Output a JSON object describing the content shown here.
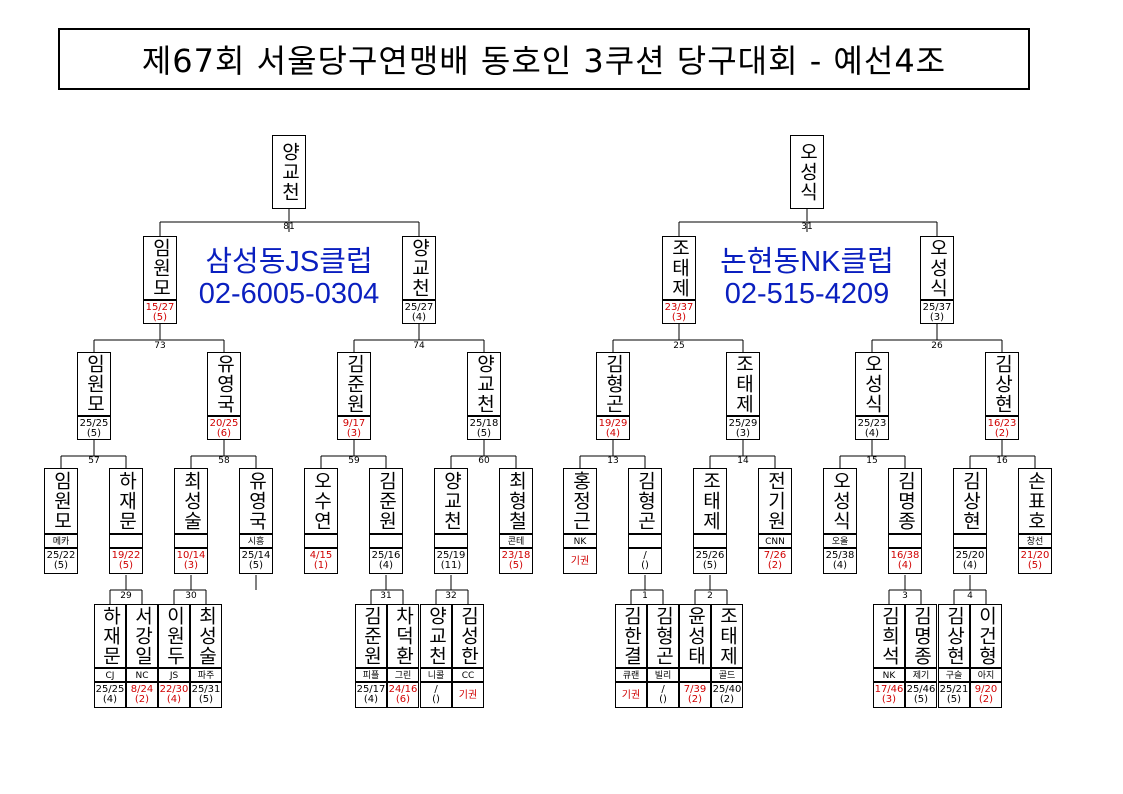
{
  "title": "제67회 서울당구연맹배 동호인 3쿠션 당구대회 - 예선4조",
  "banners": [
    {
      "club": "삼성동JS클럽",
      "phone": "02-6005-0304"
    },
    {
      "club": "논현동NK클럽",
      "phone": "02-515-4209"
    }
  ],
  "winners": [
    {
      "name": "양교천",
      "match": "81"
    },
    {
      "name": "오성식",
      "match": "31"
    }
  ],
  "semifinals": [
    {
      "name": "임원모",
      "score": "15/27",
      "inn": "(5)",
      "red": true
    },
    {
      "name": "양교천",
      "score": "25/27",
      "inn": "(4)",
      "red": false
    },
    {
      "name": "조태제",
      "score": "23/37",
      "inn": "(3)",
      "red": true
    },
    {
      "name": "오성식",
      "score": "25/37",
      "inn": "(3)",
      "red": false
    }
  ],
  "semi_matches": [
    "73",
    "74",
    "25",
    "26"
  ],
  "quarters": [
    {
      "name": "임원모",
      "score": "25/25",
      "inn": "(5)",
      "red": false
    },
    {
      "name": "유영국",
      "score": "20/25",
      "inn": "(6)",
      "red": true
    },
    {
      "name": "김준원",
      "score": "9/17",
      "inn": "(3)",
      "red": true
    },
    {
      "name": "양교천",
      "score": "25/18",
      "inn": "(5)",
      "red": false
    },
    {
      "name": "김형곤",
      "score": "19/29",
      "inn": "(4)",
      "red": true
    },
    {
      "name": "조태제",
      "score": "25/29",
      "inn": "(3)",
      "red": false
    },
    {
      "name": "오성식",
      "score": "25/23",
      "inn": "(4)",
      "red": false
    },
    {
      "name": "김상현",
      "score": "16/23",
      "inn": "(2)",
      "red": true
    }
  ],
  "quarter_matches": [
    "57",
    "58",
    "59",
    "60",
    "13",
    "14",
    "15",
    "16"
  ],
  "round16": [
    {
      "name": "임원모",
      "club": "메카",
      "score": "25/22",
      "inn": "(5)",
      "red": false
    },
    {
      "name": "하재문",
      "club": "",
      "score": "19/22",
      "inn": "(5)",
      "red": true
    },
    {
      "name": "최성술",
      "club": "",
      "score": "10/14",
      "inn": "(3)",
      "red": true
    },
    {
      "name": "유영국",
      "club": "시흥",
      "score": "25/14",
      "inn": "(5)",
      "red": false
    },
    {
      "name": "오수연",
      "club": "",
      "score": "4/15",
      "inn": "(1)",
      "red": true
    },
    {
      "name": "김준원",
      "club": "",
      "score": "25/16",
      "inn": "(4)",
      "red": false
    },
    {
      "name": "양교천",
      "club": "",
      "score": "25/19",
      "inn": "(11)",
      "red": false
    },
    {
      "name": "최형철",
      "club": "콘테",
      "score": "23/18",
      "inn": "(5)",
      "red": true
    },
    {
      "name": "홍정근",
      "club": "NK",
      "score": "기권",
      "inn": "",
      "red": true
    },
    {
      "name": "김형곤",
      "club": "",
      "score": "/",
      "inn": "()",
      "red": false
    },
    {
      "name": "조태제",
      "club": "",
      "score": "25/26",
      "inn": "(5)",
      "red": false
    },
    {
      "name": "전기원",
      "club": "CNN",
      "score": "7/26",
      "inn": "(2)",
      "red": true
    },
    {
      "name": "오성식",
      "club": "오올",
      "score": "25/38",
      "inn": "(4)",
      "red": false
    },
    {
      "name": "김명종",
      "club": "",
      "score": "16/38",
      "inn": "(4)",
      "red": true
    },
    {
      "name": "김상현",
      "club": "",
      "score": "25/20",
      "inn": "(4)",
      "red": false
    },
    {
      "name": "손표호",
      "club": "창선",
      "score": "21/20",
      "inn": "(5)",
      "red": true
    }
  ],
  "r16_matches": [
    "29",
    "30",
    "31",
    "32",
    "1",
    "2",
    "3",
    "4"
  ],
  "prelims": [
    {
      "name": "하재문",
      "club": "CJ",
      "score": "25/25",
      "inn": "(4)",
      "red": false
    },
    {
      "name": "서강일",
      "club": "NC",
      "score": "8/24",
      "inn": "(2)",
      "red": true
    },
    {
      "name": "이원두",
      "club": "JS",
      "score": "22/30",
      "inn": "(4)",
      "red": true
    },
    {
      "name": "최성술",
      "club": "파주",
      "score": "25/31",
      "inn": "(5)",
      "red": false
    },
    {
      "name": "김준원",
      "club": "피플",
      "score": "25/17",
      "inn": "(4)",
      "red": false
    },
    {
      "name": "차덕환",
      "club": "그린",
      "score": "24/16",
      "inn": "(6)",
      "red": true
    },
    {
      "name": "양교천",
      "club": "니콜",
      "score": "/",
      "inn": "()",
      "red": false
    },
    {
      "name": "김성한",
      "club": "CC",
      "score": "기권",
      "inn": "",
      "red": true
    },
    {
      "name": "김한결",
      "club": "큐랜",
      "score": "기권",
      "inn": "",
      "red": true
    },
    {
      "name": "김형곤",
      "club": "빌리",
      "score": "/",
      "inn": "()",
      "red": false
    },
    {
      "name": "윤성태",
      "club": "",
      "score": "7/39",
      "inn": "(2)",
      "red": true
    },
    {
      "name": "조태제",
      "club": "골드",
      "score": "25/40",
      "inn": "(2)",
      "red": false
    },
    {
      "name": "김희석",
      "club": "NK",
      "score": "17/46",
      "inn": "(3)",
      "red": true
    },
    {
      "name": "김명종",
      "club": "제기",
      "score": "25/46",
      "inn": "(5)",
      "red": false
    },
    {
      "name": "김상현",
      "club": "구슬",
      "score": "25/21",
      "inn": "(5)",
      "red": false
    },
    {
      "name": "이건형",
      "club": "아지",
      "score": "9/20",
      "inn": "(2)",
      "red": true
    }
  ],
  "colors": {
    "loss": "#d00000",
    "banner": "#0a1fbf"
  }
}
